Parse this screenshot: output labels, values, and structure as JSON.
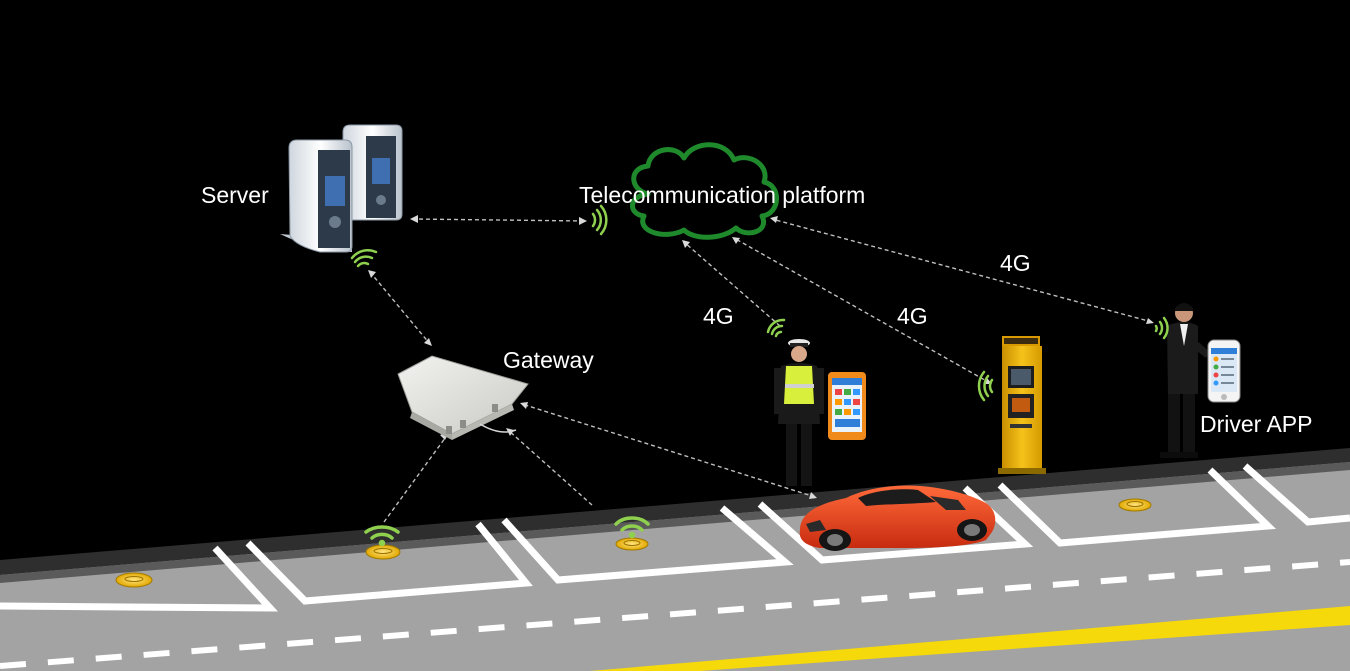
{
  "labels": {
    "server": "Server",
    "telecom": "Telecommunication platform",
    "gateway": "Gateway",
    "driver_app": "Driver APP",
    "link_4g_officer": "4G",
    "link_4g_terminal": "4G",
    "link_4g_driver": "4G"
  },
  "colors": {
    "background": "#000000",
    "road": "#9a9a9a",
    "curb": "#3a3a3a",
    "cloud": "#1f8a2c",
    "wifi": "#8fd14f",
    "sensor": "#f2c21a",
    "car": "#e8401a",
    "terminal": "#f2b705",
    "yellow_line": "#f5d90a"
  },
  "icons": [
    "server-icon",
    "cloud-icon",
    "gateway-icon",
    "parking-sensor-icon",
    "car-icon",
    "traffic-officer-icon",
    "tablet-icon",
    "payment-terminal-icon",
    "driver-person-icon",
    "smartphone-icon",
    "wifi-icon"
  ]
}
